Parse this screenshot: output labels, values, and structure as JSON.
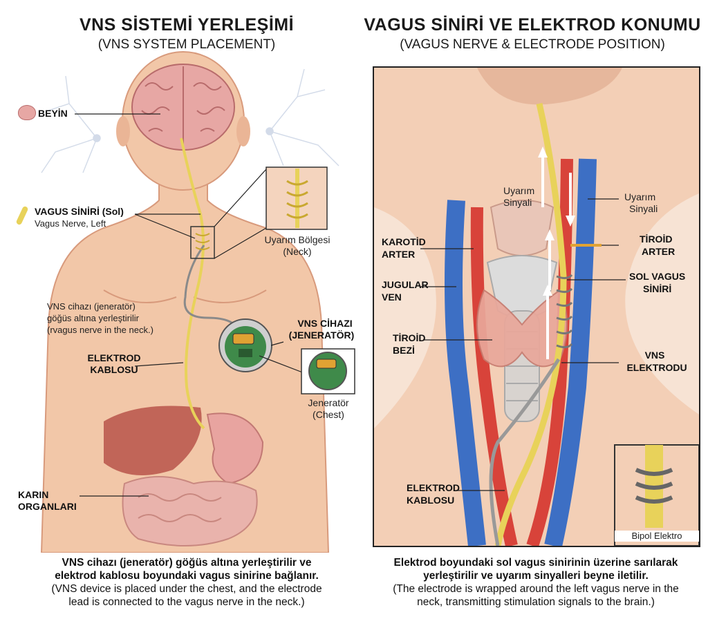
{
  "left": {
    "title": "VNS SİSTEMİ YERLEŞİMİ",
    "subtitle": "(VNS SYSTEM PLACEMENT)",
    "labels": {
      "brain": "BEYİN",
      "vagus_tr": "VAGUS SİNİRİ (Sol)",
      "vagus_en": "Vagus Nerve, Left",
      "stim_zone_tr": "Uyarım Bölgesi",
      "stim_zone_en": "(Neck)",
      "device_note_1": "VNS cihazı (jeneratör)",
      "device_note_2": "göğüs altına yerleştirilir",
      "device_note_3": "(rvagus nerve in the neck.)",
      "vns_device_1": "VNS CİHAZI",
      "vns_device_2": "(JENERATÖR)",
      "lead_1": "ELEKTROD",
      "lead_2": "KABLOSU",
      "generator_tr": "Jeneratör",
      "generator_en": "(Chest)",
      "abdomen_1": "KARIN",
      "abdomen_2": "ORGANLARI"
    },
    "caption": {
      "tr_1": "VNS cihazı (jeneratör) göğüs altına yerleştirilir ve",
      "tr_2": "elektrod kablosu boyundaki vagus sinirine bağlanır.",
      "en_1": "(VNS device is placed under the chest, and the electrode",
      "en_2": "lead is connected to the vagus nerve in the neck.)"
    }
  },
  "right": {
    "title": "VAGUS SİNİRİ VE ELEKTROD KONUMU",
    "subtitle": "(VAGUS NERVE & ELECTRODE POSITION)",
    "labels": {
      "signal_l1": "Uyarım",
      "signal_l2": "Sinyali",
      "signal_r1": "Uyarım",
      "signal_r2": "Sinyali",
      "carotid_1": "KAROTİD",
      "carotid_2": "ARTER",
      "thyroid_art_1": "TİROİD",
      "thyroid_art_2": "ARTER",
      "jugular_1": "JUGULAR",
      "jugular_2": "VEN",
      "left_vagus_1": "SOL VAGUS",
      "left_vagus_2": "SİNİRİ",
      "thyroid_1": "TİROİD",
      "thyroid_2": "BEZİ",
      "vns_electrode_1": "VNS",
      "vns_electrode_2": "ELEKTRODU",
      "lead_1": "ELEKTROD",
      "lead_2": "KABLOSU",
      "bipolar": "Bipol Elektro"
    },
    "caption": {
      "tr_1": "Elektrod boyundaki sol vagus sinirinin üzerine sarılarak",
      "tr_2": "yerleştirilir ve uyarım sinyalleri beyne iletilir.",
      "en_1": "(The electrode is wrapped around the left vagus nerve in the",
      "en_2": "neck, transmitting stimulation signals to the brain.)"
    }
  },
  "colors": {
    "skin": "#f2c7a8",
    "nerve": "#e8d25a",
    "artery": "#d8433a",
    "vein": "#3d6fc4",
    "thyroid": "#e9a79a"
  },
  "icons": [
    "brain-icon",
    "nerve-icon"
  ]
}
